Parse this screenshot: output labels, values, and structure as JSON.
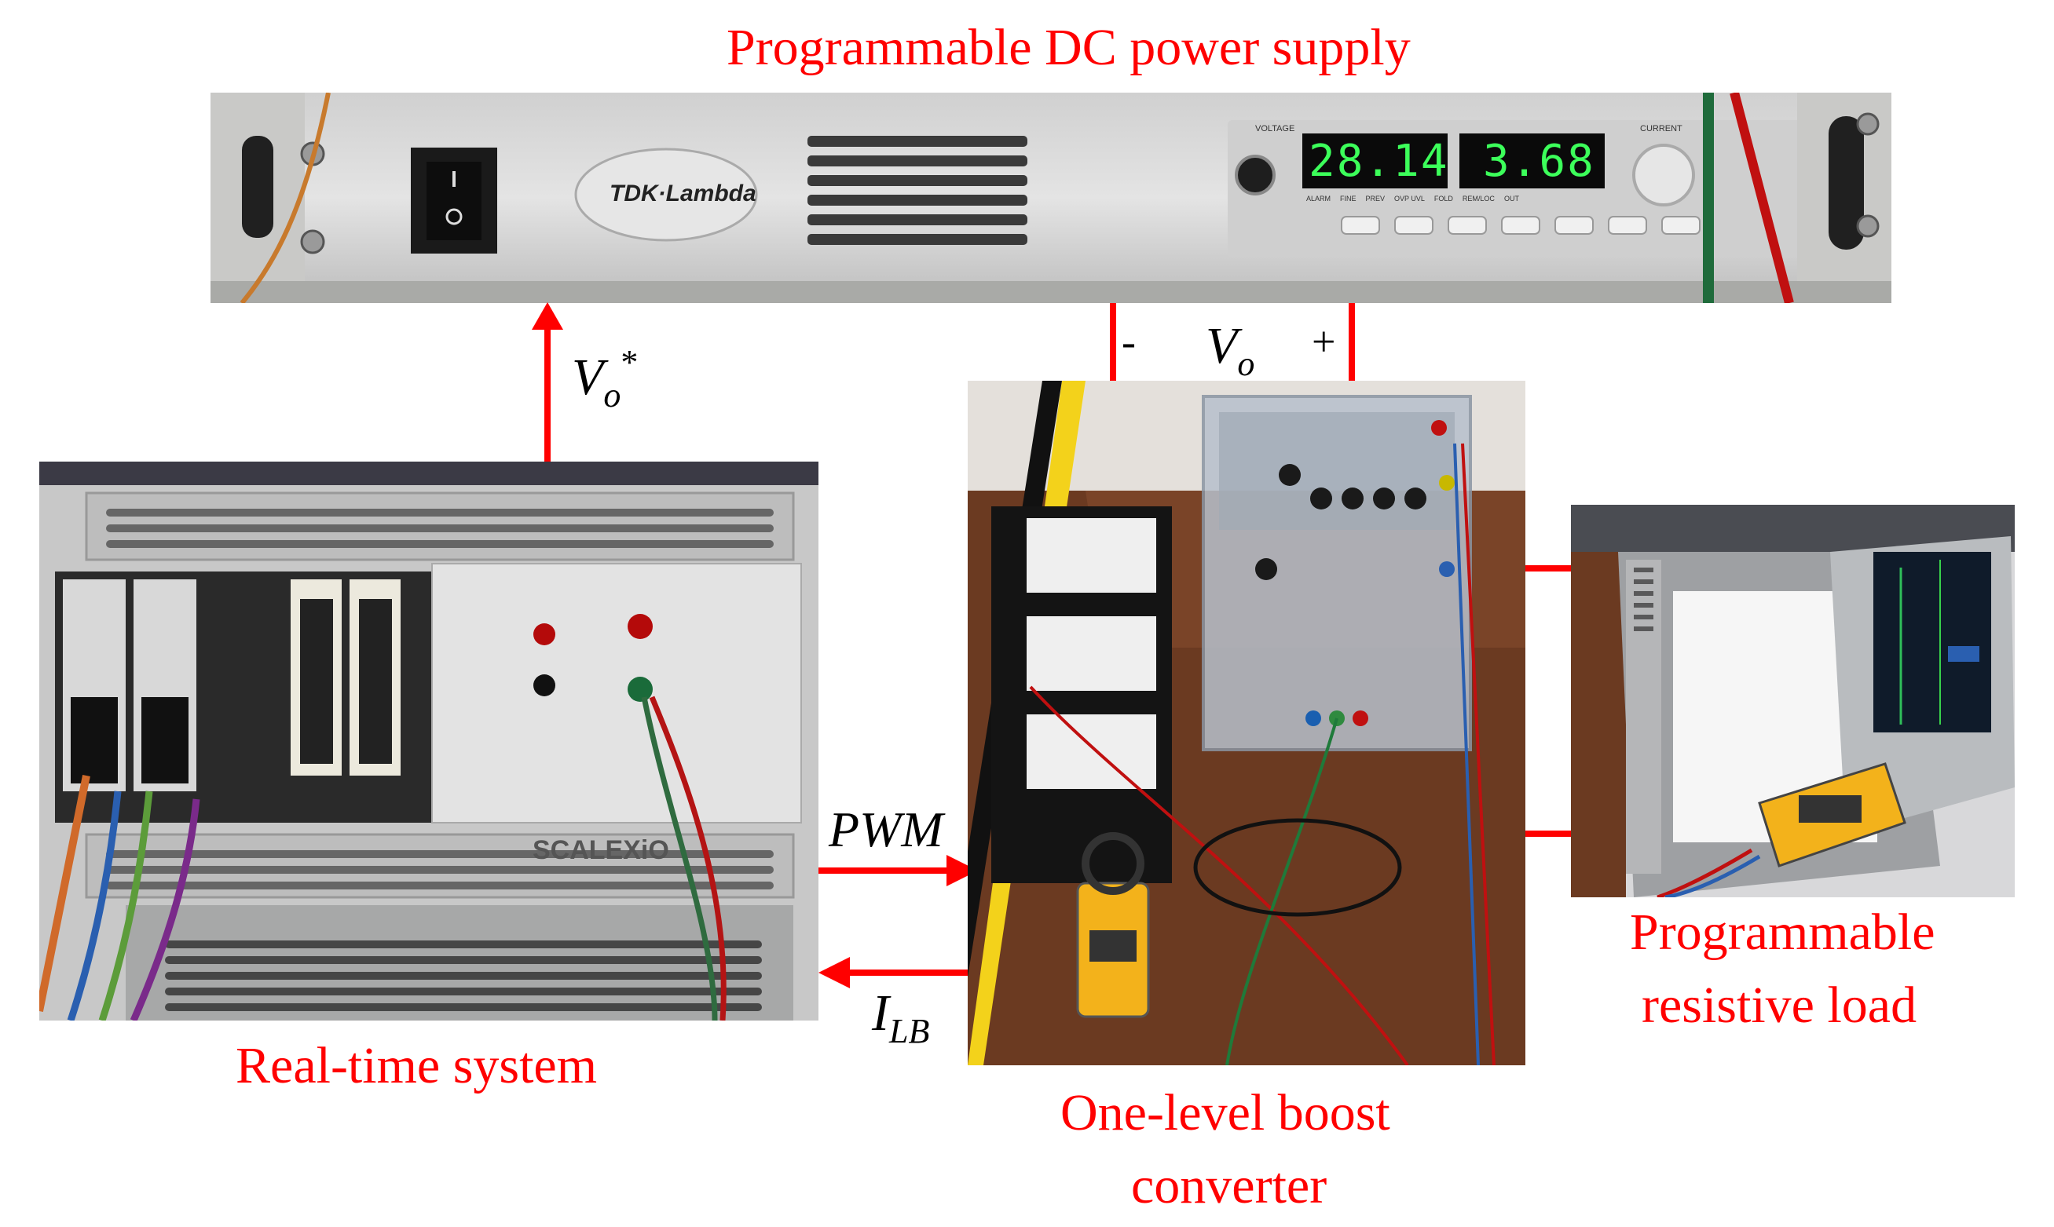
{
  "labels": {
    "power_supply": "Programmable DC power supply",
    "realtime": "Real-time system",
    "converter_line1": "One-level boost",
    "converter_line2": "converter",
    "load_line1": "Programmable",
    "load_line2": "resistive load"
  },
  "signals": {
    "vo_ref_main": "V",
    "vo_ref_sub": "o",
    "vo_ref_sup": "*",
    "vo_main": "V",
    "vo_sub": "o",
    "minus": "-",
    "plus": "+",
    "pwm": "PWM",
    "ilb_main": "I",
    "ilb_sub": "LB"
  },
  "power_supply_panel": {
    "brand": "TDK·Lambda",
    "voltage_display": "28.14",
    "current_display": "3.68",
    "voltage_caption": "VOLTAGE",
    "current_caption": "CURRENT",
    "buttons": [
      "ALARM",
      "FINE",
      "PREV",
      "OVP UVL",
      "FOLD",
      "REM/LOC",
      "OUT"
    ]
  },
  "realtime_panel": {
    "brand": "SCALEXiO"
  },
  "colors": {
    "accent": "#ff0000",
    "display_green": "#3cff5a"
  }
}
